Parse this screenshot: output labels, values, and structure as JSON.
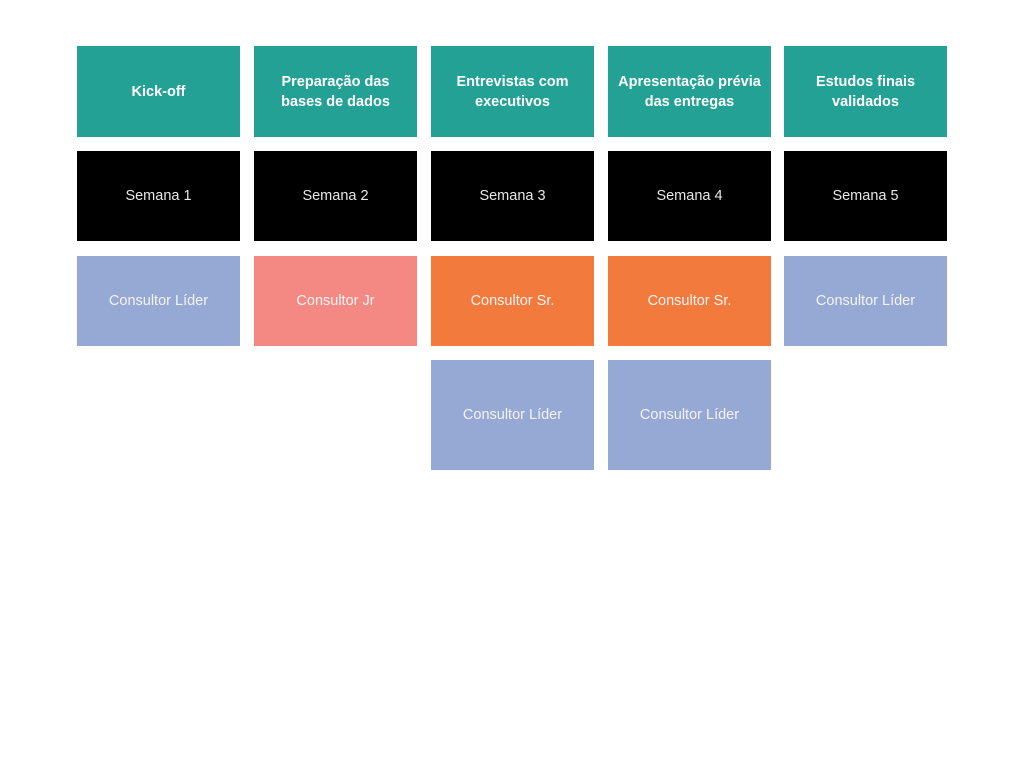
{
  "colors": {
    "phase_bg": "#24a195",
    "week_bg": "#000000",
    "lider": "#96a8d4",
    "jr": "#f38982",
    "sr": "#f27a3d"
  },
  "columns": [
    {
      "phase": "Kick-off",
      "week": "Semana 1",
      "roles": [
        {
          "label": "Consultor Líder",
          "color": "#96a8d4"
        }
      ]
    },
    {
      "phase": "Preparação das bases de dados",
      "week": "Semana 2",
      "roles": [
        {
          "label": "Consultor Jr",
          "color": "#f38982"
        }
      ]
    },
    {
      "phase": "Entrevistas com executivos",
      "week": "Semana 3",
      "roles": [
        {
          "label": "Consultor Sr.",
          "color": "#f27a3d"
        },
        {
          "label": "Consultor Líder",
          "color": "#96a8d4"
        }
      ]
    },
    {
      "phase": "Apresentação prévia das entregas",
      "week": "Semana 4",
      "roles": [
        {
          "label": "Consultor Sr.",
          "color": "#f27a3d"
        },
        {
          "label": "Consultor Líder",
          "color": "#96a8d4"
        }
      ]
    },
    {
      "phase": "Estudos finais validados",
      "week": "Semana 5",
      "roles": [
        {
          "label": "Consultor Líder",
          "color": "#96a8d4"
        }
      ]
    }
  ]
}
